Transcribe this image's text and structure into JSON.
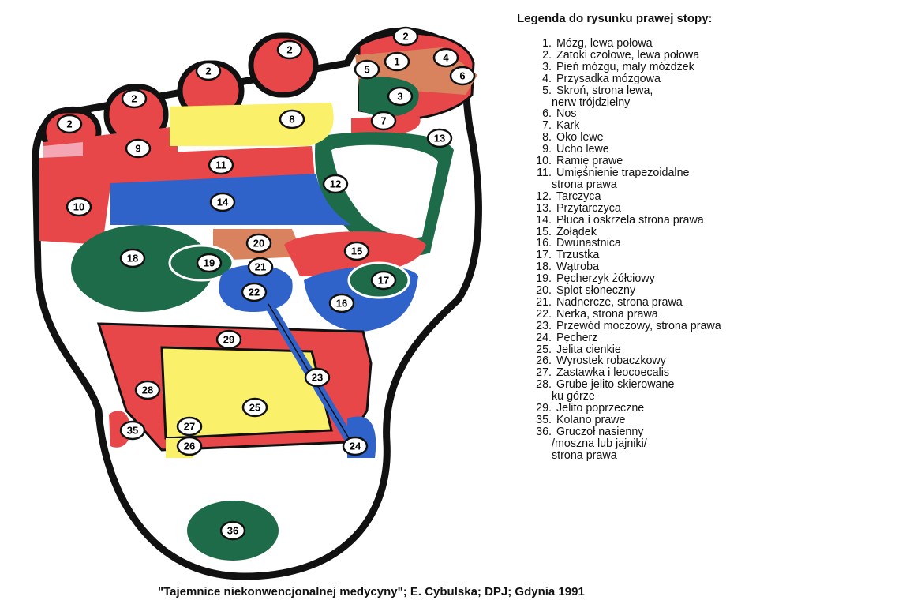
{
  "legend": {
    "title": "Legenda do rysunku prawej stopy:",
    "items": [
      {
        "num": "1.",
        "lines": [
          "Mózg, lewa połowa"
        ]
      },
      {
        "num": "2.",
        "lines": [
          "Zatoki czołowe, lewa połowa"
        ]
      },
      {
        "num": "3.",
        "lines": [
          "Pień mózgu, mały móżdżek"
        ]
      },
      {
        "num": "4.",
        "lines": [
          "Przysadka mózgowa"
        ]
      },
      {
        "num": "5.",
        "lines": [
          "Skroń, strona lewa,",
          "nerw trójdzielny"
        ]
      },
      {
        "num": "6.",
        "lines": [
          "Nos"
        ]
      },
      {
        "num": "7.",
        "lines": [
          "Kark"
        ]
      },
      {
        "num": "8.",
        "lines": [
          "Oko lewe"
        ]
      },
      {
        "num": "9.",
        "lines": [
          "Ucho lewe"
        ]
      },
      {
        "num": "10.",
        "lines": [
          "Ramię prawe"
        ]
      },
      {
        "num": "11.",
        "lines": [
          "Umięśnienie trapezoidalne",
          "strona prawa"
        ]
      },
      {
        "num": "12.",
        "lines": [
          "Tarczyca"
        ]
      },
      {
        "num": "13.",
        "lines": [
          "Przytarczyca"
        ]
      },
      {
        "num": "14.",
        "lines": [
          "Płuca i oskrzela strona prawa"
        ]
      },
      {
        "num": "15.",
        "lines": [
          "Żołądek"
        ]
      },
      {
        "num": "16.",
        "lines": [
          "Dwunastnica"
        ]
      },
      {
        "num": "17.",
        "lines": [
          "Trzustka"
        ]
      },
      {
        "num": "18.",
        "lines": [
          "Wątroba"
        ]
      },
      {
        "num": "19.",
        "lines": [
          "Pęcherzyk żółciowy"
        ]
      },
      {
        "num": "20.",
        "lines": [
          "Splot słoneczny"
        ]
      },
      {
        "num": "21.",
        "lines": [
          "Nadnercze, strona prawa"
        ]
      },
      {
        "num": "22.",
        "lines": [
          "Nerka, strona prawa"
        ]
      },
      {
        "num": "23.",
        "lines": [
          "Przewód moczowy, strona prawa"
        ]
      },
      {
        "num": "24.",
        "lines": [
          "Pęcherz"
        ]
      },
      {
        "num": "25.",
        "lines": [
          "Jelita cienkie"
        ]
      },
      {
        "num": "26.",
        "lines": [
          "Wyrostek robaczkowy"
        ]
      },
      {
        "num": "27.",
        "lines": [
          "Zastawka i leocoecalis"
        ]
      },
      {
        "num": "28.",
        "lines": [
          "Grube jelito skierowane",
          "ku górze"
        ]
      },
      {
        "num": "29.",
        "lines": [
          "Jelito poprzeczne"
        ]
      },
      {
        "num": "35.",
        "lines": [
          "Kolano prawe"
        ]
      },
      {
        "num": "36.",
        "lines": [
          "Gruczoł nasienny",
          "/moszna lub jajniki/",
          "strona prawa"
        ]
      }
    ]
  },
  "zone_labels": [
    "1",
    "2",
    "2",
    "2",
    "2",
    "2",
    "3",
    "4",
    "5",
    "6",
    "7",
    "8",
    "9",
    "10",
    "11",
    "12",
    "13",
    "14",
    "15",
    "16",
    "17",
    "18",
    "19",
    "20",
    "21",
    "22",
    "23",
    "24",
    "25",
    "26",
    "27",
    "28",
    "29",
    "35",
    "36"
  ],
  "source_caption": "\"Tajemnice niekonwencjonalnej medycyny\"; E. Cybulska; DPJ; Gdynia 1991",
  "colors": {
    "red": "#e8474a",
    "yellow": "#fbf06a",
    "blue": "#2f63c9",
    "green": "#1e6b4a",
    "salmon": "#d9825e",
    "pink": "#f4a6b4",
    "outline": "#111111"
  }
}
